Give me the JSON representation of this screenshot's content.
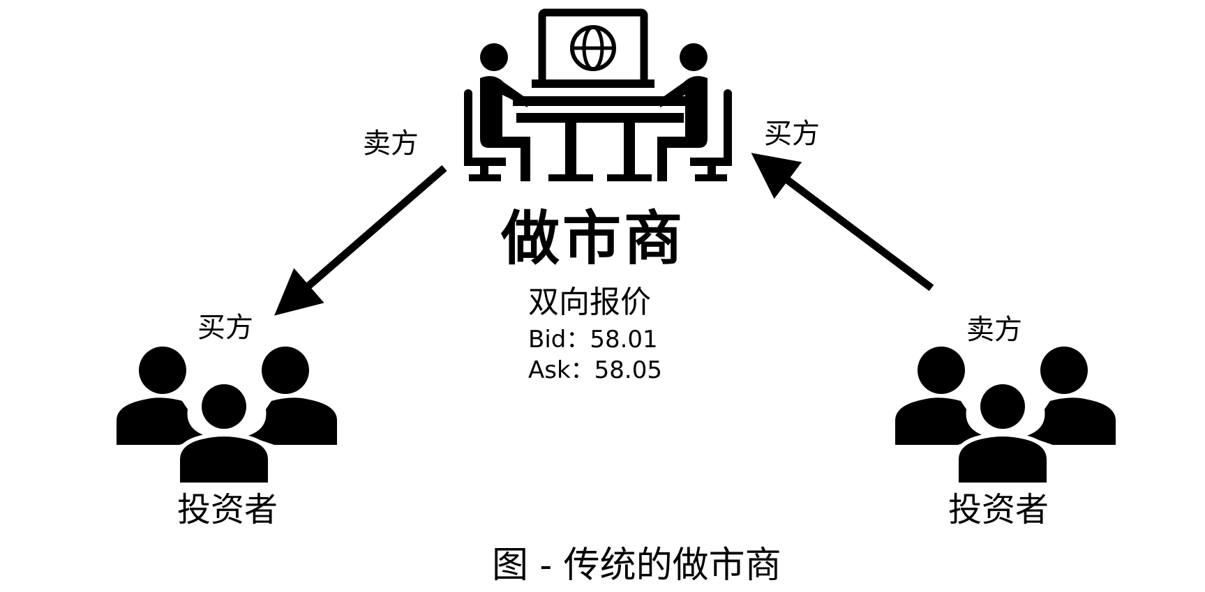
{
  "market_maker": {
    "title": "做市商",
    "icon": "traders-at-computer-icon",
    "quote": {
      "title": "双向报价",
      "bid_line": "Bid：58.01",
      "ask_line": "Ask：58.05"
    }
  },
  "investors": [
    {
      "label": "投资者",
      "role_label": "买方",
      "icon": "people-group-icon"
    },
    {
      "label": "投资者",
      "role_label": "卖方",
      "icon": "people-group-icon"
    }
  ],
  "edges": [
    {
      "label": "卖方",
      "from": "做市商",
      "to": "投资者"
    },
    {
      "label": "买方",
      "from": "投资者",
      "to": "做市商"
    }
  ],
  "caption": "图 - 传统的做市商",
  "colors": {
    "ink": "#000000",
    "background": "#ffffff"
  }
}
